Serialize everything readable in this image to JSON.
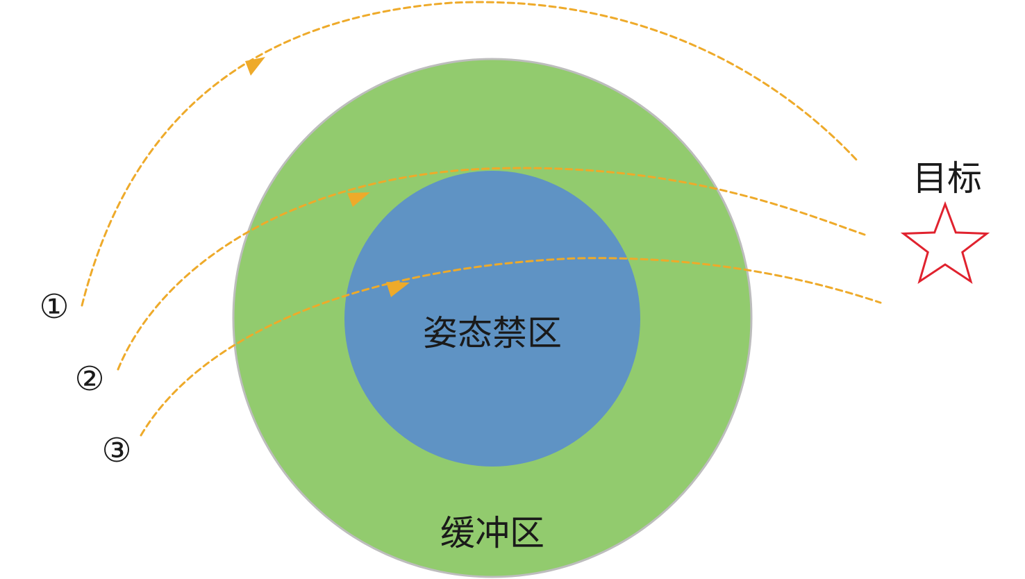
{
  "labels": {
    "target": "目标",
    "no_attitude_zone": "姿态禁区",
    "buffer_zone": "缓冲区"
  },
  "trajectories": [
    {
      "number": "①"
    },
    {
      "number": "②"
    },
    {
      "number": "③"
    }
  ],
  "colors": {
    "buffer_zone_fill": "#92cb6e",
    "buffer_zone_border": "#bdbdbd",
    "no_attitude_zone_fill": "#5f93c4",
    "trajectory": "#eeaa2a",
    "target_star": "#e0222e"
  },
  "icons": {
    "target": "star-outline-icon"
  }
}
